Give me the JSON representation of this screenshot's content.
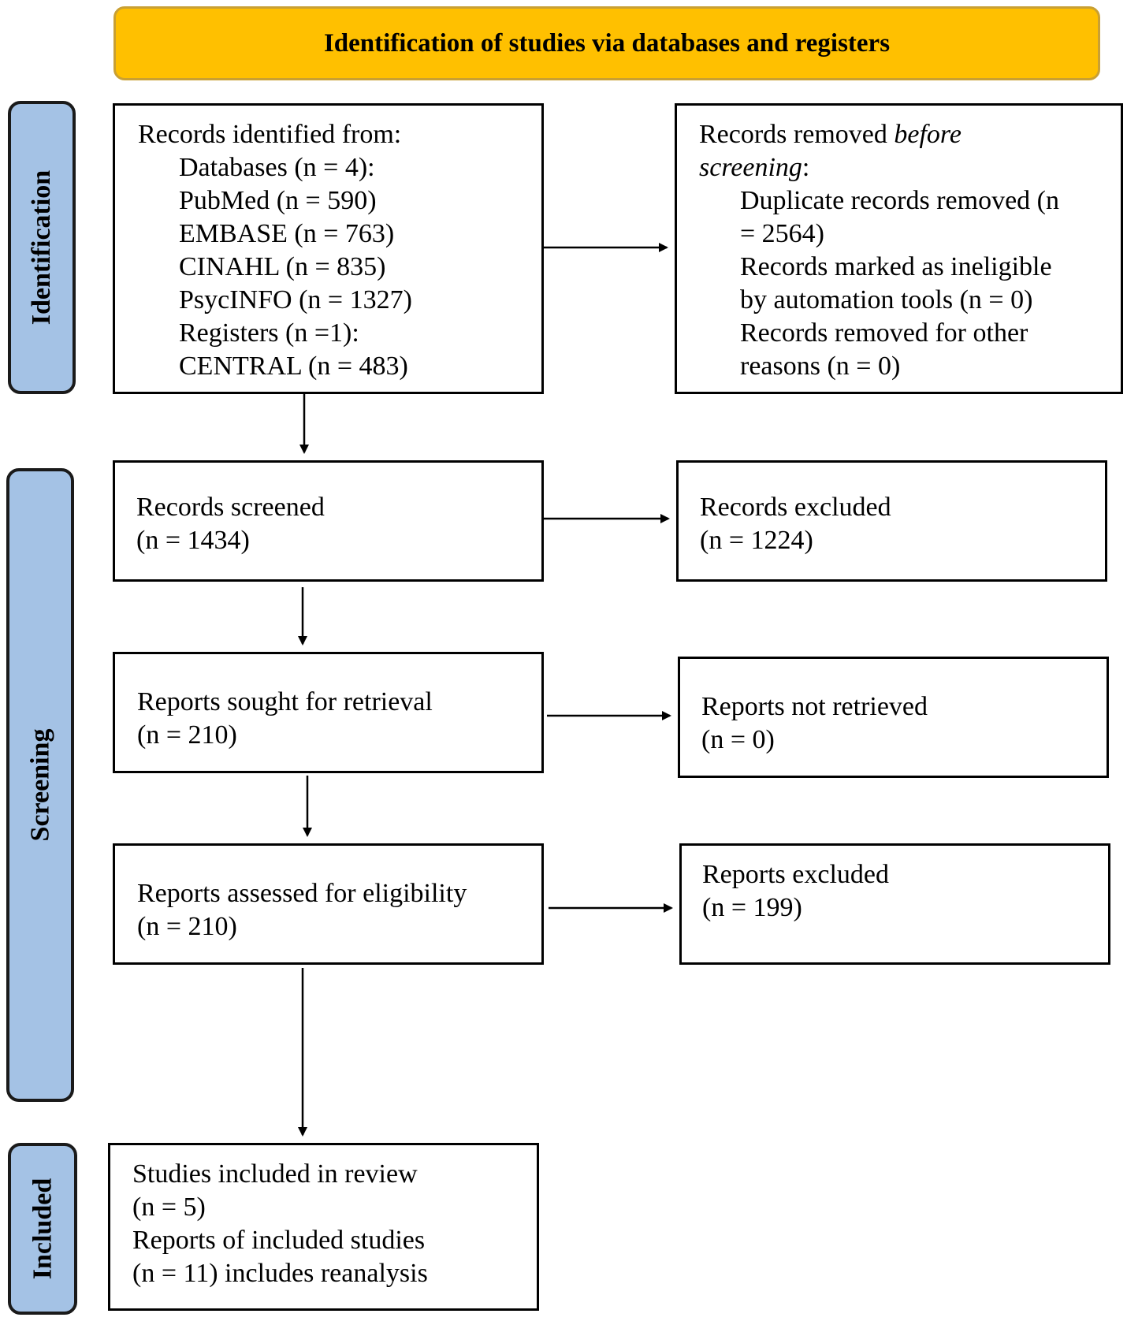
{
  "header": {
    "title": "Identification of studies via databases and registers"
  },
  "phases": {
    "identification": "Identification",
    "screening": "Screening",
    "included": "Included"
  },
  "boxes": {
    "records_identified": {
      "heading": "Records identified from:",
      "databases": "Databases (n = 4):",
      "pubmed": "PubMed (n = 590)",
      "embase": "EMBASE (n = 763)",
      "cinahl": "CINAHL (n = 835)",
      "psycinfo": "PsycINFO (n = 1327)",
      "registers": "Registers (n =1):",
      "central": "CENTRAL (n = 483)"
    },
    "records_removed": {
      "heading_prefix": "Records removed ",
      "heading_italic_1": "before",
      "heading_italic_2": "screening",
      "heading_suffix": ":",
      "duplicates_1": "Duplicate records removed (n",
      "duplicates_2": "= 2564)",
      "ineligible_1": "Records marked as ineligible",
      "ineligible_2": "by automation tools (n = 0)",
      "other_1": "Records removed for other",
      "other_2": "reasons (n = 0)"
    },
    "records_screened": {
      "label": "Records screened",
      "count": "(n = 1434)"
    },
    "records_excluded": {
      "label": "Records excluded",
      "count": "(n = 1224)"
    },
    "reports_sought": {
      "label": "Reports sought for retrieval",
      "count": "(n = 210)"
    },
    "reports_not_retrieved": {
      "label": "Reports not retrieved",
      "count": "(n = 0)"
    },
    "reports_assessed": {
      "label": "Reports assessed for eligibility",
      "count": "(n = 210)"
    },
    "reports_excluded": {
      "label": "Reports excluded",
      "count": "(n = 199)"
    },
    "studies_included": {
      "label": "Studies included in review",
      "count": "(n = 5)",
      "reports_label": "Reports of included studies",
      "reports_count": "(n = 11) includes reanalysis"
    }
  },
  "colors": {
    "header_fill": "#FFC000",
    "phase_fill": "#A4C2E5",
    "line": "#000000"
  }
}
